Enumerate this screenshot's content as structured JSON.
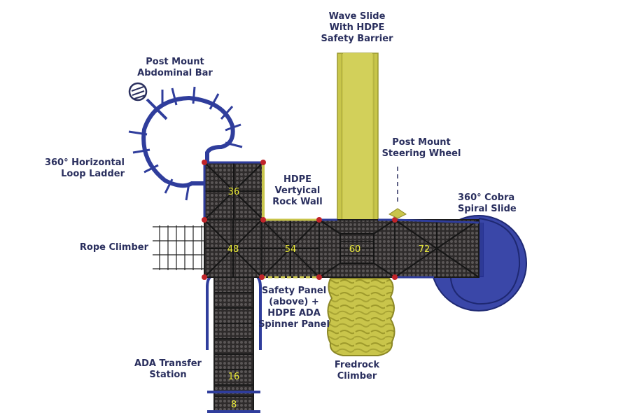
{
  "colors": {
    "deck": "#3b3838",
    "deck_frame": "#1a1a1a",
    "rail": "#2f3d9c",
    "post": "#c0242a",
    "slide": "#c8c64a",
    "climber": "#c9c54b",
    "label": "#2a2f5e",
    "height_text": "#ecec3a"
  },
  "labels": {
    "wave_slide": [
      "Wave Slide",
      "With HDPE",
      "Safety Barrier"
    ],
    "abdominal_bar": [
      "Post Mount",
      "Abdominal Bar"
    ],
    "loop_ladder": [
      "360° Horizontal",
      "Loop Ladder"
    ],
    "rock_wall": [
      "HDPE",
      "Vertyical",
      "Rock Wall"
    ],
    "steering_wheel": [
      "Post Mount",
      "Steering Wheel"
    ],
    "cobra_slide": [
      "360° Cobra",
      "Spiral Slide"
    ],
    "rope_climber": [
      "Rope Climber"
    ],
    "safety_panel": [
      "Safety Panel",
      "(above) +",
      "HDPE ADA",
      "Spinner Panel"
    ],
    "ada_transfer": [
      "ADA Transfer",
      "Station"
    ],
    "fredrock": [
      "Fredrock",
      "Climber"
    ]
  },
  "deck_heights": {
    "top": "36",
    "left": "48",
    "mid": "54",
    "center": "60",
    "right": "72",
    "step1": "16",
    "step2": "8"
  },
  "icons": [
    "abdominal-bar-icon",
    "steering-wheel-icon",
    "rope-climber-icon",
    "spiral-slide-icon"
  ]
}
